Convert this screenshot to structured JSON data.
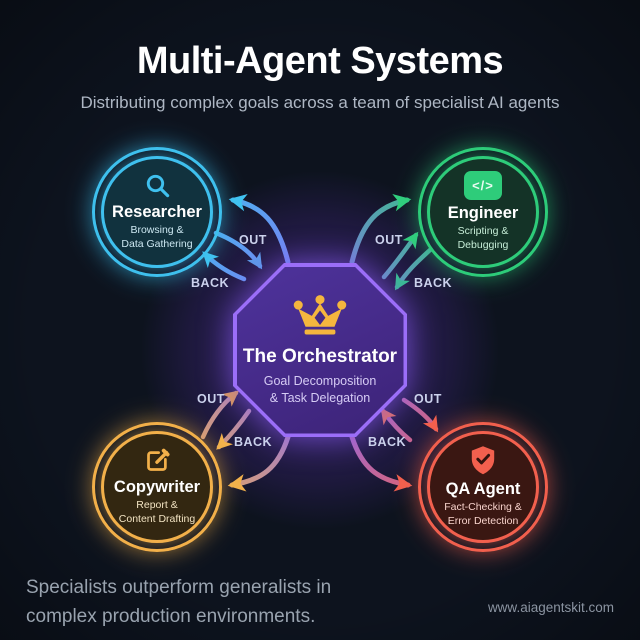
{
  "header": {
    "title": "Multi-Agent Systems",
    "subtitle": "Distributing complex goals across a team of specialist AI agents"
  },
  "orchestrator": {
    "name": "The Orchestrator",
    "desc_line1": "Goal Decomposition",
    "desc_line2": "& Task Delegation",
    "icon": "crown-icon",
    "colors": {
      "fill": "#452A88",
      "border": "#9B6EF8",
      "crown": "#F5B63E"
    }
  },
  "agents": [
    {
      "name": "Researcher",
      "role_line1": "Browsing &",
      "role_line2": "Data Gathering",
      "icon": "search-icon",
      "color": "#3FC0EE"
    },
    {
      "name": "Engineer",
      "role_line1": "Scripting &",
      "role_line2": "Debugging",
      "icon": "code-icon",
      "icon_glyph": "</>",
      "color": "#2ECC7A"
    },
    {
      "name": "Copywriter",
      "role_line1": "Report &",
      "role_line2": "Content Drafting",
      "icon": "edit-icon",
      "color": "#F2B04A"
    },
    {
      "name": "QA Agent",
      "role_line1": "Fact-Checking &",
      "role_line2": "Error Detection",
      "icon": "shield-check-icon",
      "color": "#F2604E"
    }
  ],
  "flow_labels": {
    "out": "OUT",
    "back": "BACK"
  },
  "footer": {
    "tagline_line1": "Specialists outperform generalists in",
    "tagline_line2": "complex production environments.",
    "website": "www.aiagentskit.com"
  }
}
